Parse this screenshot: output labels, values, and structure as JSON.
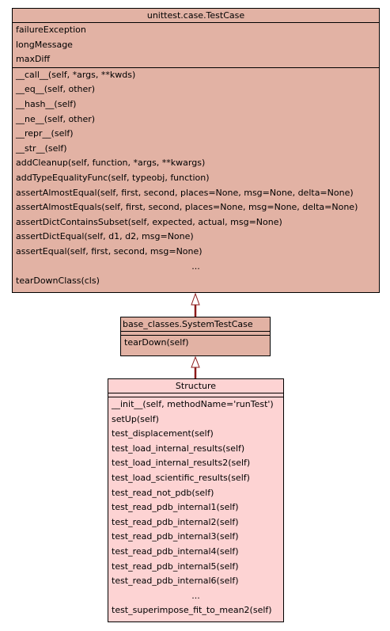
{
  "testcase": {
    "title": "unittest.case.TestCase",
    "attributes": [
      "failureException",
      "longMessage",
      "maxDiff"
    ],
    "methods": [
      "__call__(self, *args, **kwds)",
      "__eq__(self, other)",
      "__hash__(self)",
      "__ne__(self, other)",
      "__repr__(self)",
      "__str__(self)",
      "addCleanup(self, function, *args, **kwargs)",
      "addTypeEqualityFunc(self, typeobj, function)",
      "assertAlmostEqual(self, first, second, places=None, msg=None, delta=None)",
      "assertAlmostEquals(self, first, second, places=None, msg=None, delta=None)",
      "assertDictContainsSubset(self, expected, actual, msg=None)",
      "assertDictEqual(self, d1, d2, msg=None)",
      "assertEqual(self, first, second, msg=None)"
    ],
    "ellipsis": "...",
    "last_method": "tearDownClass(cls)"
  },
  "systemtc": {
    "title": "base_classes.SystemTestCase",
    "methods": [
      "tearDown(self)"
    ]
  },
  "structure": {
    "title": "Structure",
    "methods": [
      "__init__(self, methodName='runTest')",
      "setUp(self)",
      "test_displacement(self)",
      "test_load_internal_results(self)",
      "test_load_internal_results2(self)",
      "test_load_scientific_results(self)",
      "test_read_not_pdb(self)",
      "test_read_pdb_internal1(self)",
      "test_read_pdb_internal2(self)",
      "test_read_pdb_internal3(self)",
      "test_read_pdb_internal4(self)",
      "test_read_pdb_internal5(self)",
      "test_read_pdb_internal6(self)"
    ],
    "ellipsis": "...",
    "last_method": "test_superimpose_fit_to_mean2(self)"
  },
  "colors": {
    "base_fill": "#e2b2a4",
    "derived_fill": "#fdd3d3",
    "inheritance_edge": "#8b1a1a"
  }
}
